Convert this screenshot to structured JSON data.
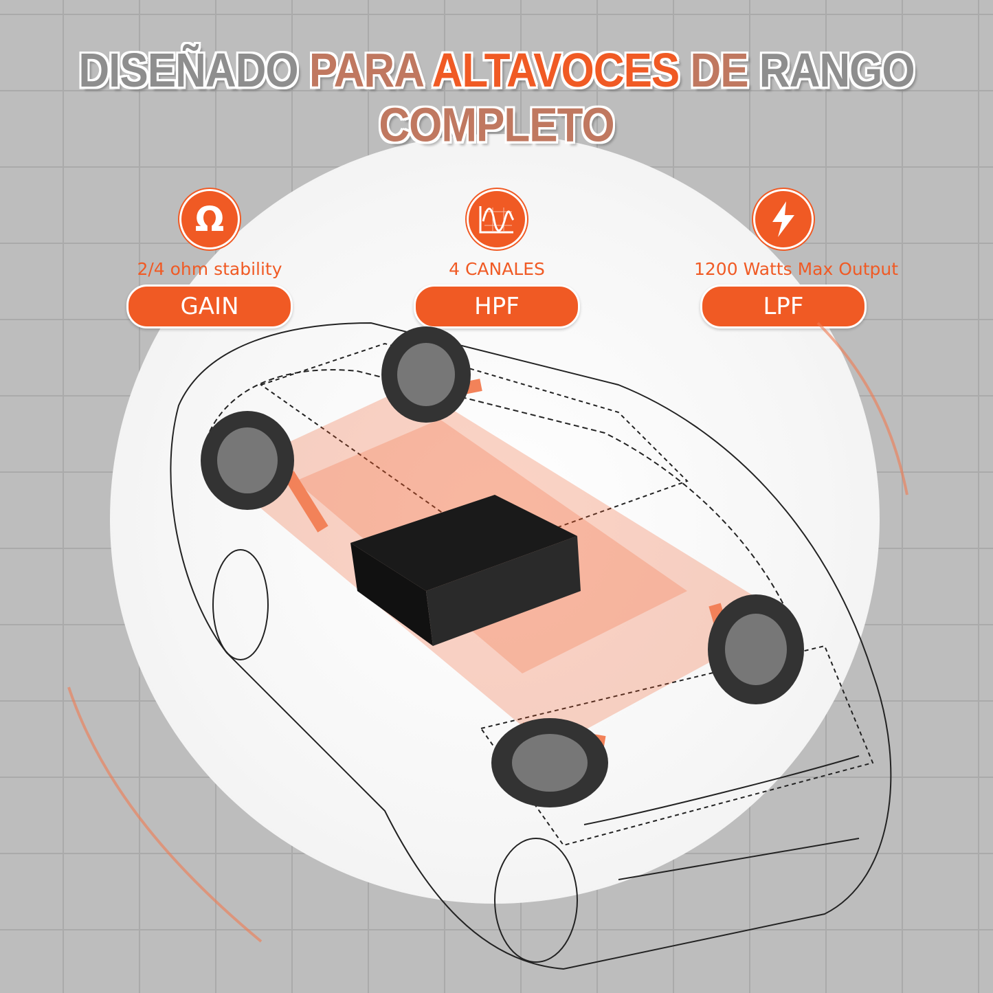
{
  "title": {
    "words": [
      {
        "text": "DISEÑADO",
        "tone": "gray"
      },
      {
        "text": "PARA",
        "tone": "mix"
      },
      {
        "text": "ALTAVOCES",
        "tone": "or"
      },
      {
        "text": "DE",
        "tone": "mix"
      },
      {
        "text": "RANGO",
        "tone": "gray"
      },
      {
        "text": "COMPLETO",
        "tone": "mix"
      }
    ]
  },
  "features": [
    {
      "icon": "omega-icon",
      "caption": "2/4 ohm stability",
      "label": "GAIN"
    },
    {
      "icon": "waveform-icon",
      "caption": "4 CANALES",
      "label": "HPF"
    },
    {
      "icon": "lightning-icon",
      "caption": "1200 Watts Max Output",
      "label": "LPF"
    }
  ],
  "colors": {
    "accent": "#f05a24",
    "background": "#bdbdbd"
  }
}
